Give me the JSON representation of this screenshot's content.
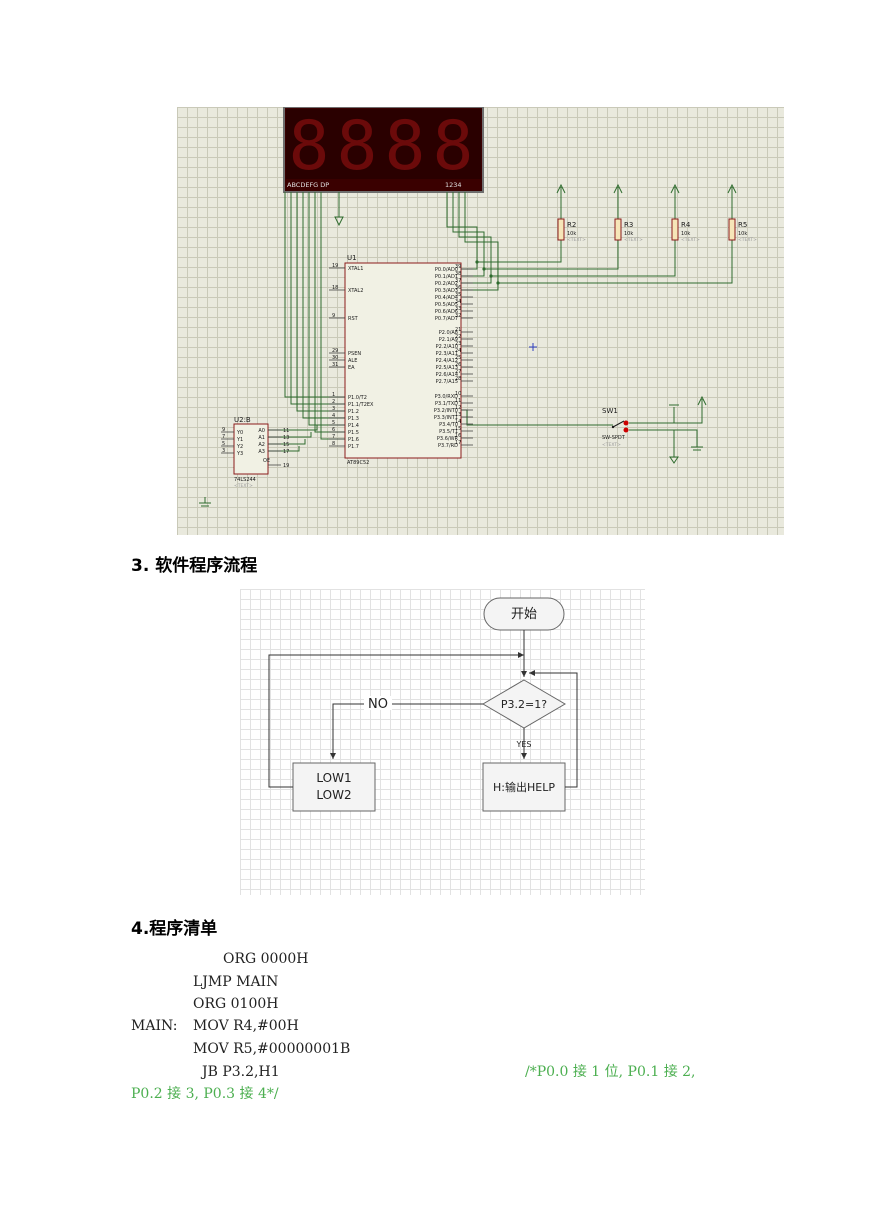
{
  "schematic": {
    "display_segment_labels": "ABCDEFG  DP",
    "display_digit_labels": "1234",
    "display_digit_glyph": "8",
    "u1_ref": "U1",
    "u1_part": "AT89C52",
    "u1_left_pins": [
      {
        "num": "19",
        "name": "XTAL1"
      },
      {
        "num": "18",
        "name": "XTAL2"
      },
      {
        "num": "9",
        "name": "RST"
      },
      {
        "num": "29",
        "name": "PSEN"
      },
      {
        "num": "30",
        "name": "ALE"
      },
      {
        "num": "31",
        "name": "EA"
      },
      {
        "num": "1",
        "name": "P1.0/T2"
      },
      {
        "num": "2",
        "name": "P1.1/T2EX"
      },
      {
        "num": "3",
        "name": "P1.2"
      },
      {
        "num": "4",
        "name": "P1.3"
      },
      {
        "num": "5",
        "name": "P1.4"
      },
      {
        "num": "6",
        "name": "P1.5"
      },
      {
        "num": "7",
        "name": "P1.6"
      },
      {
        "num": "8",
        "name": "P1.7"
      }
    ],
    "u1_right_pins": [
      {
        "num": "39",
        "name": "P0.0/AD0"
      },
      {
        "num": "38",
        "name": "P0.1/AD1"
      },
      {
        "num": "37",
        "name": "P0.2/AD2"
      },
      {
        "num": "36",
        "name": "P0.3/AD3"
      },
      {
        "num": "35",
        "name": "P0.4/AD4"
      },
      {
        "num": "34",
        "name": "P0.5/AD5"
      },
      {
        "num": "33",
        "name": "P0.6/AD6"
      },
      {
        "num": "32",
        "name": "P0.7/AD7"
      },
      {
        "num": "21",
        "name": "P2.0/A8"
      },
      {
        "num": "22",
        "name": "P2.1/A9"
      },
      {
        "num": "23",
        "name": "P2.2/A10"
      },
      {
        "num": "24",
        "name": "P2.3/A11"
      },
      {
        "num": "25",
        "name": "P2.4/A12"
      },
      {
        "num": "26",
        "name": "P2.5/A13"
      },
      {
        "num": "27",
        "name": "P2.6/A14"
      },
      {
        "num": "28",
        "name": "P2.7/A15"
      },
      {
        "num": "10",
        "name": "P3.0/RXD"
      },
      {
        "num": "11",
        "name": "P3.1/TXD"
      },
      {
        "num": "12",
        "name": "P3.2/INT0"
      },
      {
        "num": "13",
        "name": "P3.3/INT1"
      },
      {
        "num": "14",
        "name": "P3.4/T0"
      },
      {
        "num": "15",
        "name": "P3.5/T1"
      },
      {
        "num": "16",
        "name": "P3.6/WR"
      },
      {
        "num": "17",
        "name": "P3.7/RD"
      }
    ],
    "u2_ref": "U2:B",
    "u2_part": "74LS244",
    "u2_text_tag": "<TEXT>",
    "u2_left_pins": [
      {
        "num": "9",
        "name": "Y0"
      },
      {
        "num": "7",
        "name": "Y1"
      },
      {
        "num": "5",
        "name": "Y2"
      },
      {
        "num": "3",
        "name": "Y3"
      }
    ],
    "u2_right_pins": [
      {
        "num": "11",
        "name": "A0"
      },
      {
        "num": "13",
        "name": "A1"
      },
      {
        "num": "15",
        "name": "A2"
      },
      {
        "num": "17",
        "name": "A3"
      },
      {
        "num": "19",
        "name": ""
      }
    ],
    "u2_oe_label": "OE",
    "resistors": [
      {
        "ref": "R2",
        "value": "10k",
        "tag": "<TEXT>"
      },
      {
        "ref": "R3",
        "value": "10k",
        "tag": "<TEXT>"
      },
      {
        "ref": "R4",
        "value": "10k",
        "tag": "<TEXT>"
      },
      {
        "ref": "R5",
        "value": "10k",
        "tag": "<TEXT>"
      }
    ],
    "switch_ref": "SW1",
    "switch_part": "SW-SPDT",
    "switch_tag": "<TEXT>",
    "colors": {
      "wire": "#2e6b2e",
      "component": "#8b1a1a",
      "display_bg": "#3a0000",
      "segment": "#6b0a0a"
    }
  },
  "section3_title": "3. 软件程序流程",
  "flowchart": {
    "start": "开始",
    "decision": "P3.2=1?",
    "no_label": "NO",
    "yes_label": "YES",
    "low_lines": [
      "LOW1",
      "LOW2"
    ],
    "help_box": "H:输出HELP"
  },
  "section4_title": "4.程序清单",
  "code": {
    "line1": "ORG 0000H",
    "line2": "LJMP MAIN",
    "line3": "ORG 0100H",
    "label_main": "MAIN:",
    "line4": "MOV R4,#00H",
    "line5": "MOV R5,#00000001B",
    "line6": "JB P3.2,H1",
    "comment_part1": "/*P0.0 接 1 位, P0.1 接 2,",
    "comment_part2": "P0.2 接 3, P0.3 接 4*/"
  }
}
